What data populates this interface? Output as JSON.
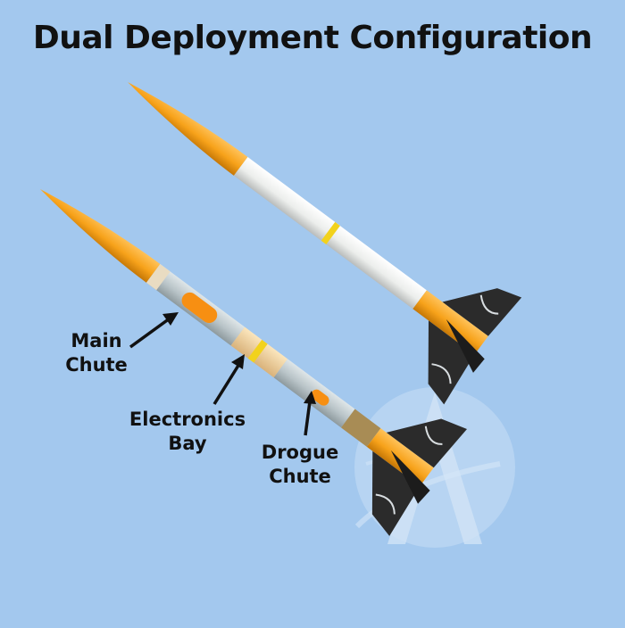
{
  "title": "Dual Deployment Configuration",
  "labels": {
    "main_chute": [
      "Main",
      "Chute"
    ],
    "electronics_bay": [
      "Electronics",
      "Bay"
    ],
    "drogue_chute": [
      "Drogue",
      "Chute"
    ]
  },
  "colors": {
    "background": "#a3c8ee",
    "orange": "#f7a21a",
    "white_body": "#f1f3f1",
    "fins": "#2b2b2b",
    "band": "#f2d21c",
    "transparent_body": "#b8c3c7",
    "avionics_bay": "#f3d49c",
    "watermark": "#e6f0fb"
  },
  "icons": [
    "arrow-icon",
    "watermark-logo"
  ]
}
